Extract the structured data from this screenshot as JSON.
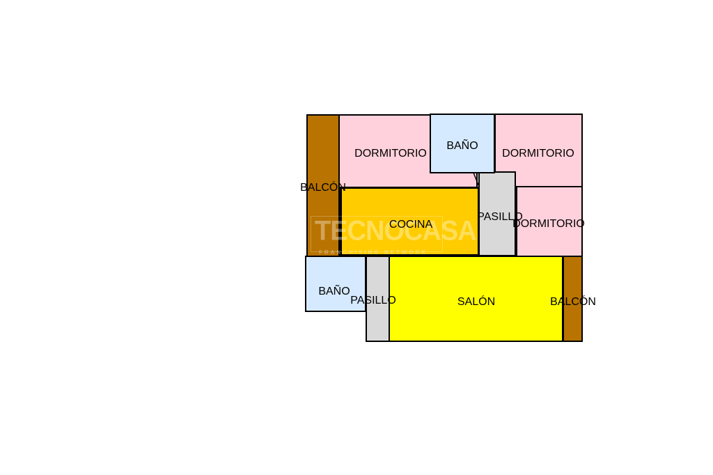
{
  "colors": {
    "bedroom": "#ffd1dc",
    "bathroom": "#d6eaff",
    "balcony": "#b87300",
    "kitchen": "#ffcc00",
    "hallway": "#d9d9d9",
    "living": "#ffff00",
    "wall": "#000000"
  },
  "labels": {
    "balcon_left": "BALCÓN",
    "dormitorio_1": "DORMITORIO",
    "bano_top": "BAÑO",
    "dormitorio_2": "DORMITORIO",
    "cocina": "COCINA",
    "pasillo_top": "PASILLO",
    "dormitorio_3": "DORMITORIO",
    "bano_bottom": "BAÑO",
    "pasillo_bottom": "PASILLO",
    "salon": "SALÓN",
    "balcon_right": "BALCÓN"
  },
  "watermark": {
    "brand": "TECNOCASA",
    "tagline": "FRANCHISING NETWORK"
  }
}
